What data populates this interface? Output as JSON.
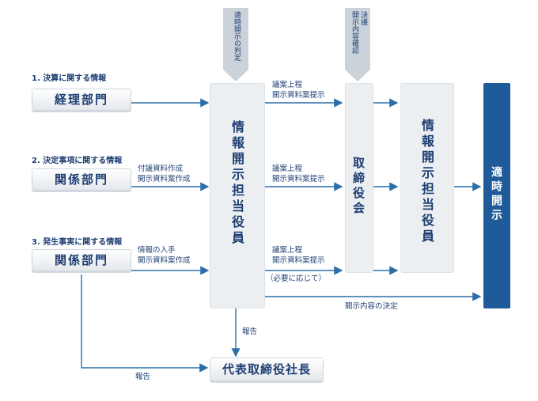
{
  "sections": {
    "s1_label": "1. 決算に関する情報",
    "s2_label": "2. 決定事項に関する情報",
    "s3_label": "3. 発生事実に関する情報"
  },
  "departments": {
    "accounting": "経理部門",
    "related_2": "関係部門",
    "related_3": "関係部門"
  },
  "flows": {
    "row2_note_1": "付議資料作成",
    "row2_note_2": "開示資料案作成",
    "row3_note_1": "情報の入手",
    "row3_note_2": "開示資料案作成",
    "mid1_line1": "議案上程",
    "mid1_line2": "開示資料案提示",
    "mid2_line1": "議案上程",
    "mid2_line2": "開示資料案提示",
    "mid3_line1": "議案上程",
    "mid3_line2": "開示資料案提示",
    "as_needed": "（必要に応じて）",
    "decision": "開示内容の決定",
    "report_down": "報告",
    "report_left": "報告"
  },
  "top_notes": {
    "timely_judgment": "適時開示の判定",
    "resolution_1": "決議",
    "resolution_2": "開示内容確認"
  },
  "panels": {
    "officer_left": "情報開示担当役員",
    "board": "取締役会",
    "officer_right": "情報開示担当役員",
    "disclosure": "適時開示",
    "president": "代表取締役社長"
  },
  "colors": {
    "navy": "#1f3f73",
    "arrow": "#2c6ea8",
    "panel": "#eceff2",
    "disclosure_bg": "#1f5b99"
  }
}
